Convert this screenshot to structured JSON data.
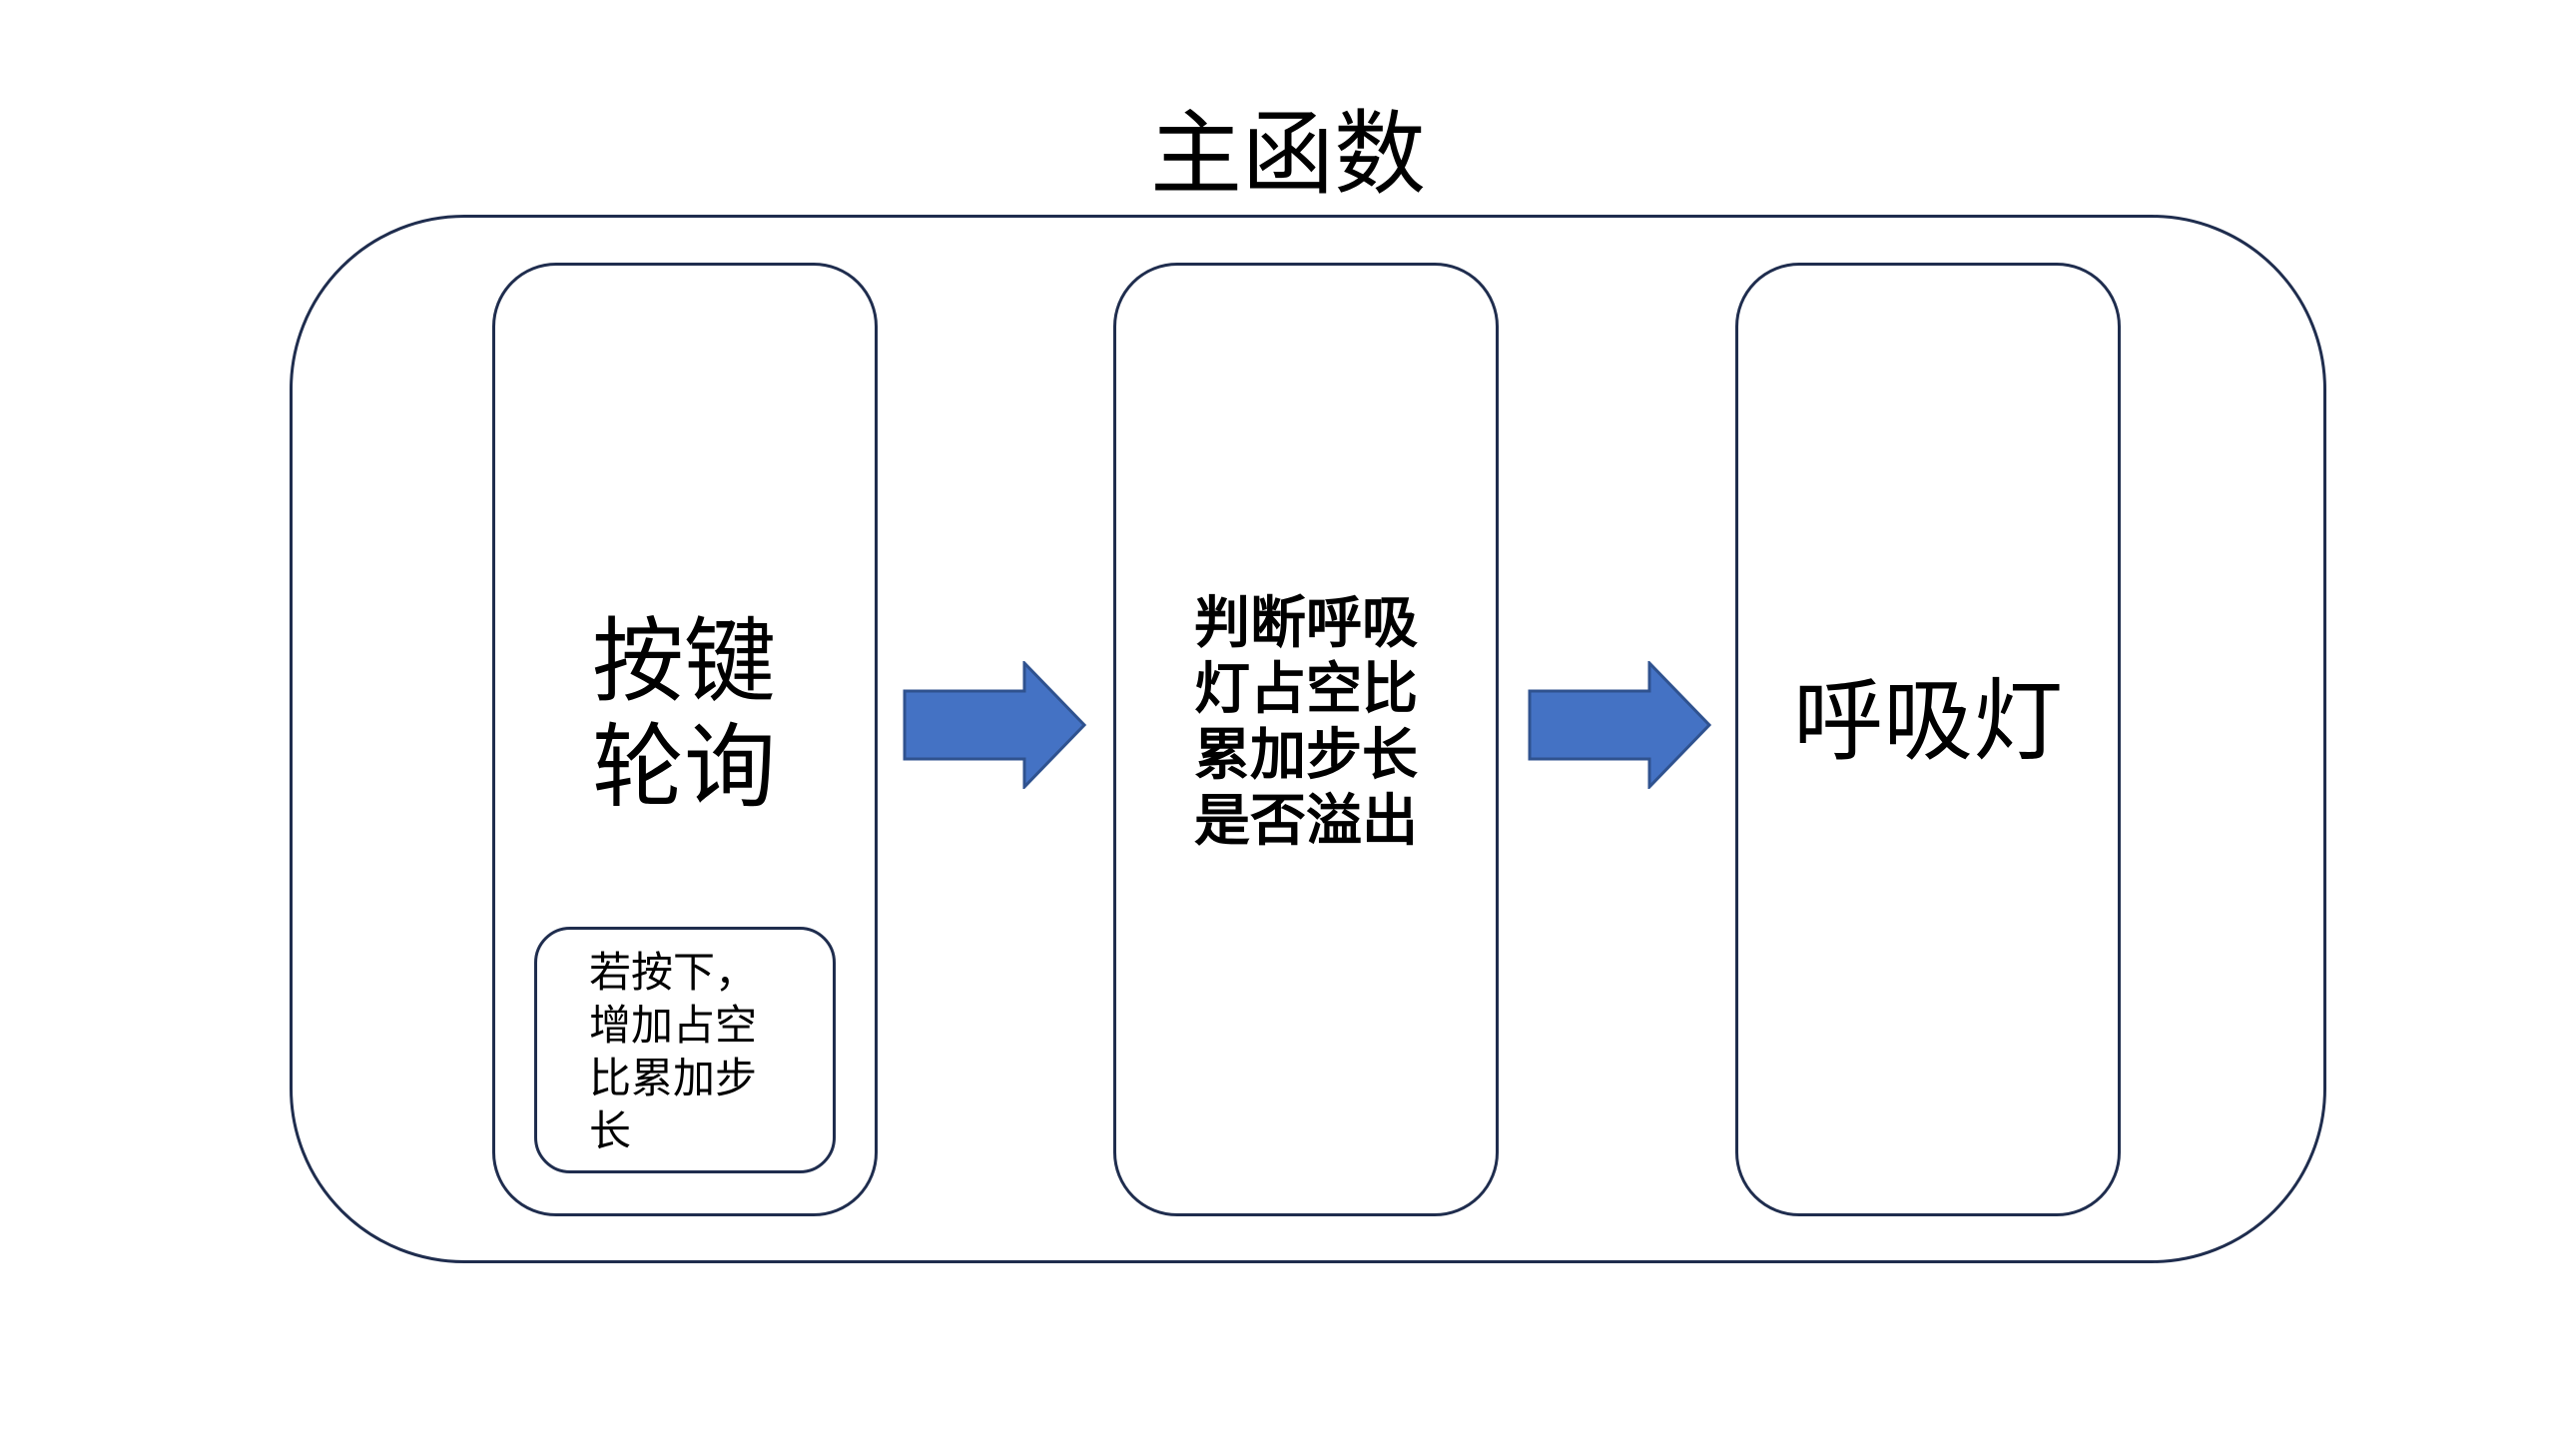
{
  "diagram": {
    "title": "主函数",
    "column_1": {
      "label_lines": [
        "按键",
        "轮询"
      ],
      "note_lines": [
        "若按下，",
        "增加占空",
        "比累加步",
        "长"
      ]
    },
    "column_2": {
      "label_lines": [
        "判断呼吸",
        "灯占空比",
        "累加步长",
        "是否溢出"
      ]
    },
    "column_3": {
      "label": "呼吸灯"
    }
  },
  "colors": {
    "border": "#1f2d4e",
    "arrow_fill": "#4472c4",
    "arrow_stroke": "#2f528f",
    "text": "#000000",
    "background": "#ffffff"
  }
}
